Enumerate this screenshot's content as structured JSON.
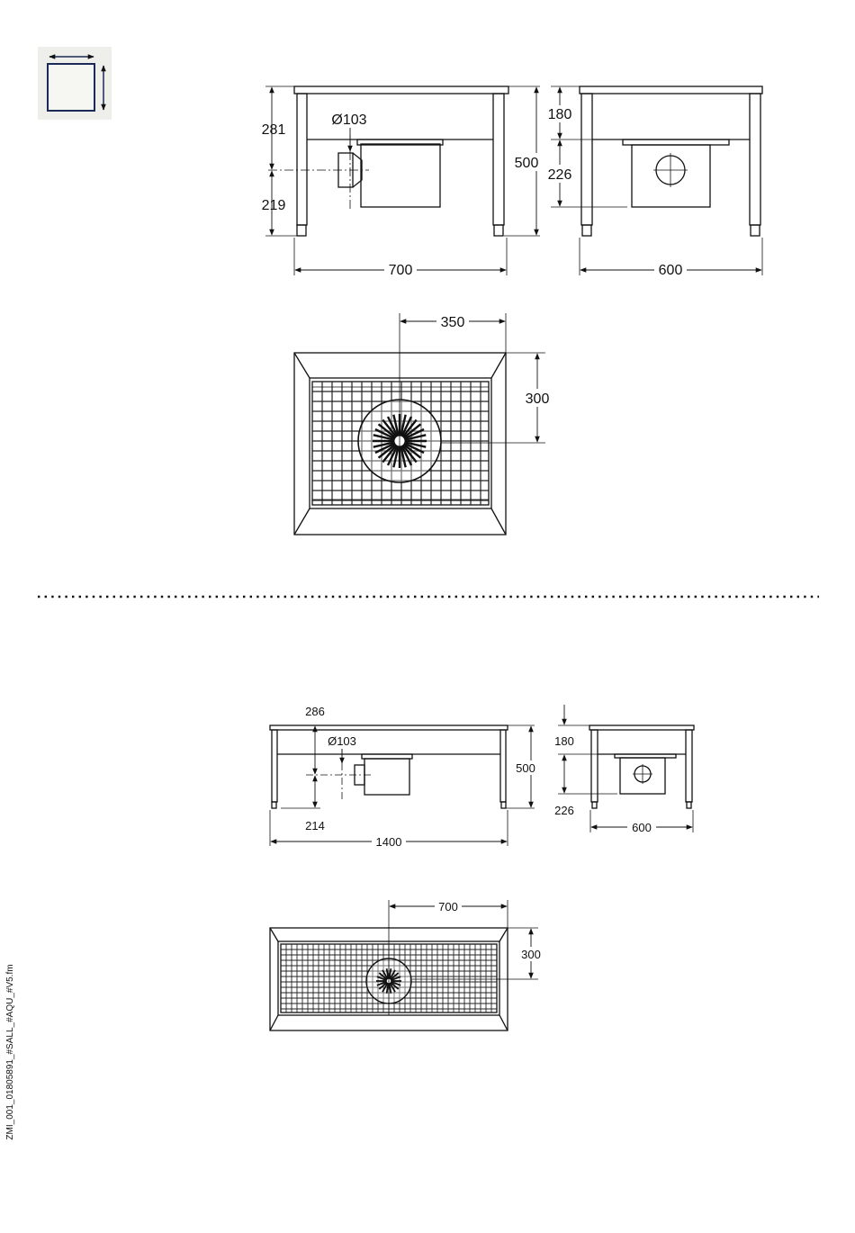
{
  "icon": {
    "name": "dimensions-icon"
  },
  "large_unit": {
    "front_view": {
      "dims": {
        "top": "281",
        "bottom": "219",
        "height": "500",
        "width": "700",
        "outlet": "Ø103"
      }
    },
    "side_view": {
      "dims": {
        "upper": "180",
        "lower": "226",
        "width": "600"
      }
    },
    "top_view": {
      "dims": {
        "center": "350",
        "depth": "300"
      }
    }
  },
  "small_unit": {
    "front_view": {
      "dims": {
        "top": "286",
        "outlet": "Ø103",
        "bottom": "214",
        "height": "500",
        "width": "1400"
      }
    },
    "side_view": {
      "dims": {
        "upper": "180",
        "lower": "226",
        "width": "600"
      }
    },
    "top_view": {
      "dims": {
        "center": "700",
        "depth": "300"
      }
    }
  },
  "footer_code": "ZMI_001_01805891_#SALL_#AQU_#V5.fm"
}
